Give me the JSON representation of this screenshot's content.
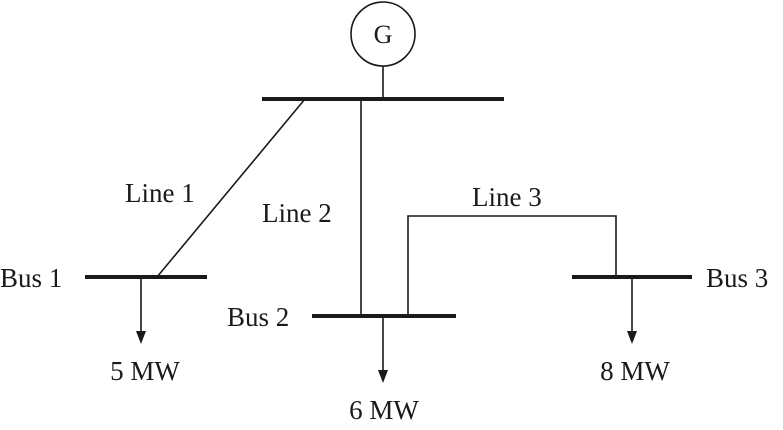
{
  "generator": {
    "label": "G"
  },
  "buses": [
    {
      "label": "Bus 1"
    },
    {
      "label": "Bus 2"
    },
    {
      "label": "Bus 3"
    }
  ],
  "lines": [
    {
      "label": "Line 1",
      "from": "Generator bus",
      "to": "Bus 1"
    },
    {
      "label": "Line 2",
      "from": "Generator bus",
      "to": "Bus 2"
    },
    {
      "label": "Line 3",
      "from": "Bus 2",
      "to": "Bus 3"
    }
  ],
  "loads": [
    {
      "bus": "Bus 1",
      "label": "5 MW"
    },
    {
      "bus": "Bus 2",
      "label": "6 MW"
    },
    {
      "bus": "Bus 3",
      "label": "8 MW"
    }
  ]
}
